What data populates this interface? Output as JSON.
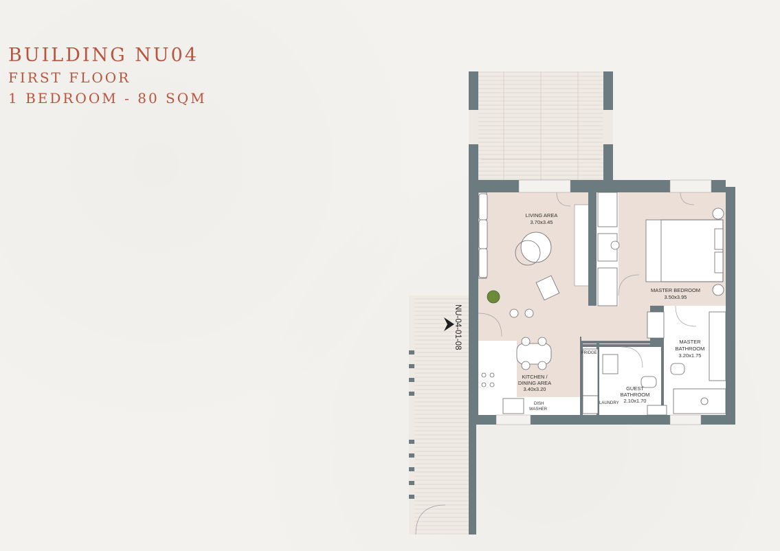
{
  "header": {
    "building": "BUILDING NU04",
    "floor": "FIRST FLOOR",
    "unit_type": "1 BEDROOM - 80 SQM"
  },
  "plan": {
    "unit_code": "NU-04-01-08",
    "rooms": {
      "living": {
        "name": "LIVING AREA",
        "size": "3.70x3.45"
      },
      "master_bedroom": {
        "name": "MASTER BEDROOM",
        "size": "3.50x3.95"
      },
      "master_bathroom": {
        "name1": "MASTER",
        "name2": "BATHROOM",
        "size": "3.20x1.75"
      },
      "kitchen": {
        "name1": "KITCHEN /",
        "name2": "DINING AREA",
        "size": "3.40x3.20"
      },
      "guest_bathroom": {
        "name1": "GUEST",
        "name2": "BATHROOM",
        "size": "2.10x1.70"
      }
    },
    "fixtures": {
      "fridge": "FRIDGE",
      "laundry": "LAUNDRY",
      "dish1": "DISH",
      "dish2": "WASHER"
    },
    "colors": {
      "title": "#b8553e",
      "wall": "#6b7b80",
      "floor_fill": "#ecdfd8",
      "terrace": "#eeeae3"
    }
  }
}
